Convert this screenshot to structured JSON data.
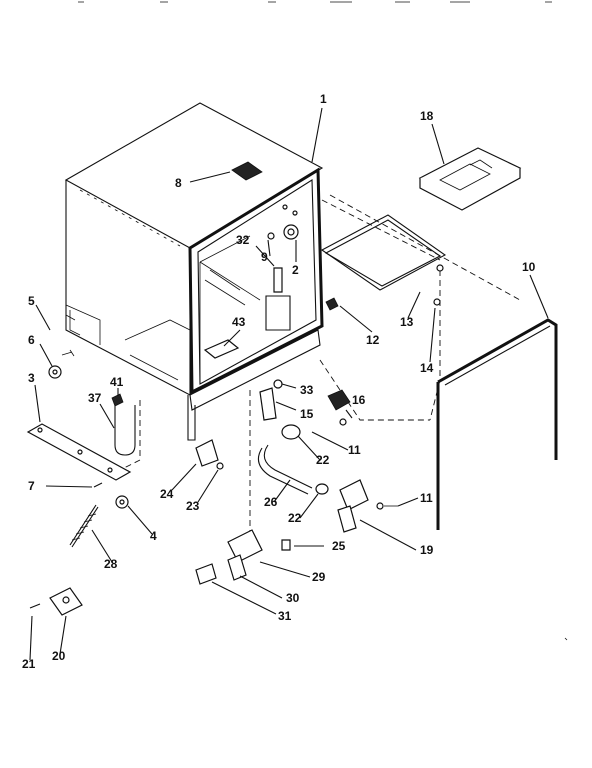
{
  "diagram": {
    "callouts": [
      "1",
      "18",
      "8",
      "9",
      "32",
      "2",
      "10",
      "13",
      "12",
      "14",
      "5",
      "6",
      "43",
      "3",
      "41",
      "37",
      "33",
      "15",
      "16",
      "11",
      "22",
      "7",
      "24",
      "23",
      "26",
      "22",
      "11",
      "4",
      "25",
      "19",
      "28",
      "29",
      "30",
      "31",
      "21",
      "20"
    ]
  }
}
